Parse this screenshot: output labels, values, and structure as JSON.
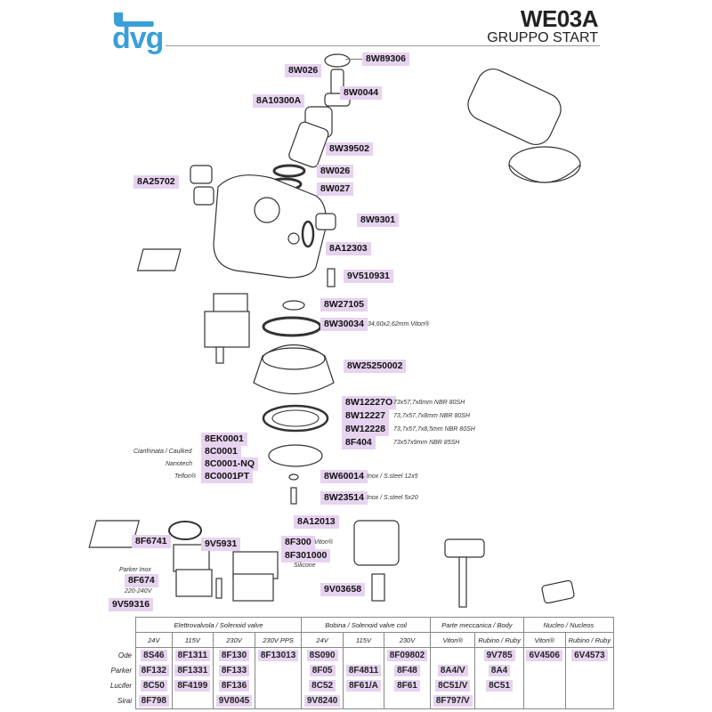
{
  "brand": {
    "name": "dvg",
    "color": "#3a9fd8"
  },
  "header": {
    "code": "WE03A",
    "title": "GRUPPO START"
  },
  "labels": {
    "l1": "8W89306",
    "l2": "8W026",
    "l3": "8W0044",
    "l4": "8A10300A",
    "l5": "8W39502",
    "l6": "8W026",
    "l7": "8W027",
    "l8": "8A25702",
    "l9": "8W9301",
    "l10": "8A12303",
    "l11": "9V510931",
    "l12": "8W27105",
    "l13": "8W30034",
    "l14": "8W25250002",
    "l15": "8W12227O",
    "l16": "8W12227",
    "l17": "8W12228",
    "l18": "8F404",
    "l19": "8EK0001",
    "l20": "8C0001",
    "l21": "8C0001-NQ",
    "l22": "8C0001PT",
    "l23": "8W60014",
    "l24": "8W23514",
    "l25": "8A12013",
    "l26": "8F6741",
    "l27": "9V5931",
    "l28": "8F300",
    "l29": "8F301000",
    "l30": "8F674",
    "l31": "9V59316",
    "l32": "9V03658"
  },
  "notes": {
    "n13": "34,60x2,62mm Viton®",
    "n15": "73x57,7x8mm NBR 80SH",
    "n16": "73,7x57,7x8mm NBR 80SH",
    "n17": "73,7x57,7x8,5mm NBR 80SH",
    "n18": "73x57x9mm NBR 85SH",
    "n20": "Cianfrinata / Caulked",
    "n21": "Nanotech",
    "n22": "Teflon®",
    "n23": "Inox / S.steel 12x5",
    "n24": "Inox / S.steel 5x20",
    "n28": "Viton®",
    "n29": "Silicone",
    "n30a": "Parker Inox",
    "n30b": "220-240V"
  },
  "table": {
    "groups": [
      "Elettrovalvola / Solenoid valve",
      "Bobina / Solenoid valve coil",
      "Parte meccanica / Body",
      "Nucleo / Nucleos"
    ],
    "subheaders": [
      "24V",
      "115V",
      "230V",
      "230V PPS",
      "24V",
      "115V",
      "230V",
      "Viton®",
      "Rubino / Ruby",
      "Viton®",
      "Rubino / Ruby"
    ],
    "rows": [
      {
        "name": "Ode",
        "cells": [
          "8S46",
          "8F1311",
          "8F130",
          "8F13013",
          "8S090",
          "",
          "8F09802",
          "",
          "9V785",
          "6V4506",
          "6V4573"
        ]
      },
      {
        "name": "Parker",
        "cells": [
          "8F132",
          "8F1331",
          "8F133",
          "",
          "8F05",
          "8F4811",
          "8F48",
          "8A4/V",
          "8A4",
          "",
          ""
        ]
      },
      {
        "name": "Lucifer",
        "cells": [
          "8C50",
          "8F4199",
          "8F136",
          "",
          "8C52",
          "8F61/A",
          "8F61",
          "8C51/V",
          "8C51",
          "",
          ""
        ]
      },
      {
        "name": "Sirai",
        "cells": [
          "8F798",
          "",
          "9V8045",
          "",
          "9V8240",
          "",
          "",
          "8F797/V",
          "",
          "",
          ""
        ]
      }
    ]
  }
}
